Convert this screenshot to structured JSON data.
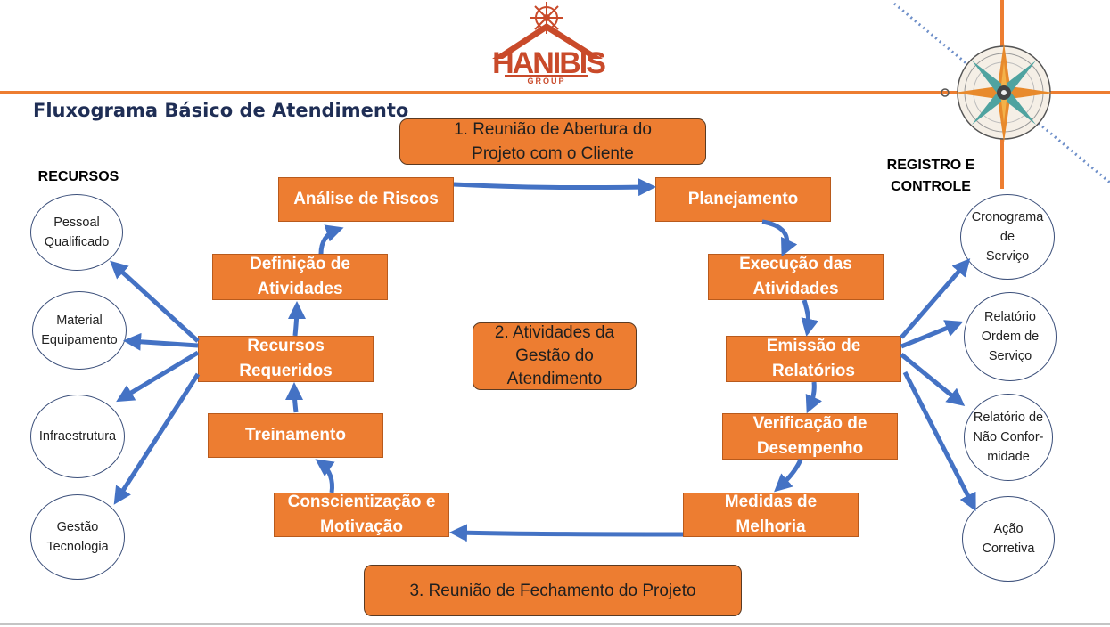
{
  "title": "Fluxograma Básico de Atendimento",
  "logo": {
    "name": "HANIBIS",
    "sub": "GROUP"
  },
  "labels": {
    "resources": "RECURSOS",
    "registry": "REGISTRO E\nCONTROLE"
  },
  "boxes": {
    "opening": "1. Reunião de Abertura do\nProjeto com o Cliente",
    "risk_analysis": "Análise de Riscos",
    "planning": "Planejamento",
    "activity_definition": "Definição de\nAtividades",
    "activity_execution": "Execução das\nAtividades",
    "required_resources": "Recursos\nRequeridos",
    "management": "2. Atividades da\nGestão do\nAtendimento",
    "reports_issue": "Emissão de\nRelatórios",
    "training": "Treinamento",
    "performance_check": "Verificação de\nDesempenho",
    "awareness": "Conscientização e\nMotivação",
    "improvement": "Medidas de\nMelhoria",
    "closing": "3. Reunião de Fechamento do Projeto"
  },
  "resources": [
    "Pessoal\nQualificado",
    "Material\nEquipamento",
    "Infraestrutura",
    "Gestão\nTecnologia"
  ],
  "controls": [
    "Cronograma\nde\nServiço",
    "Relatório\nOrdem de\nServiço",
    "Relatório de\nNão Confor-\nmidade",
    "Ação\nCorretiva"
  ],
  "colors": {
    "box": "#ED7D31",
    "arrow": "#4472C4",
    "rule": "#ED7D31",
    "circle_border": "#3B4F7A",
    "title": "#1F2E55"
  }
}
